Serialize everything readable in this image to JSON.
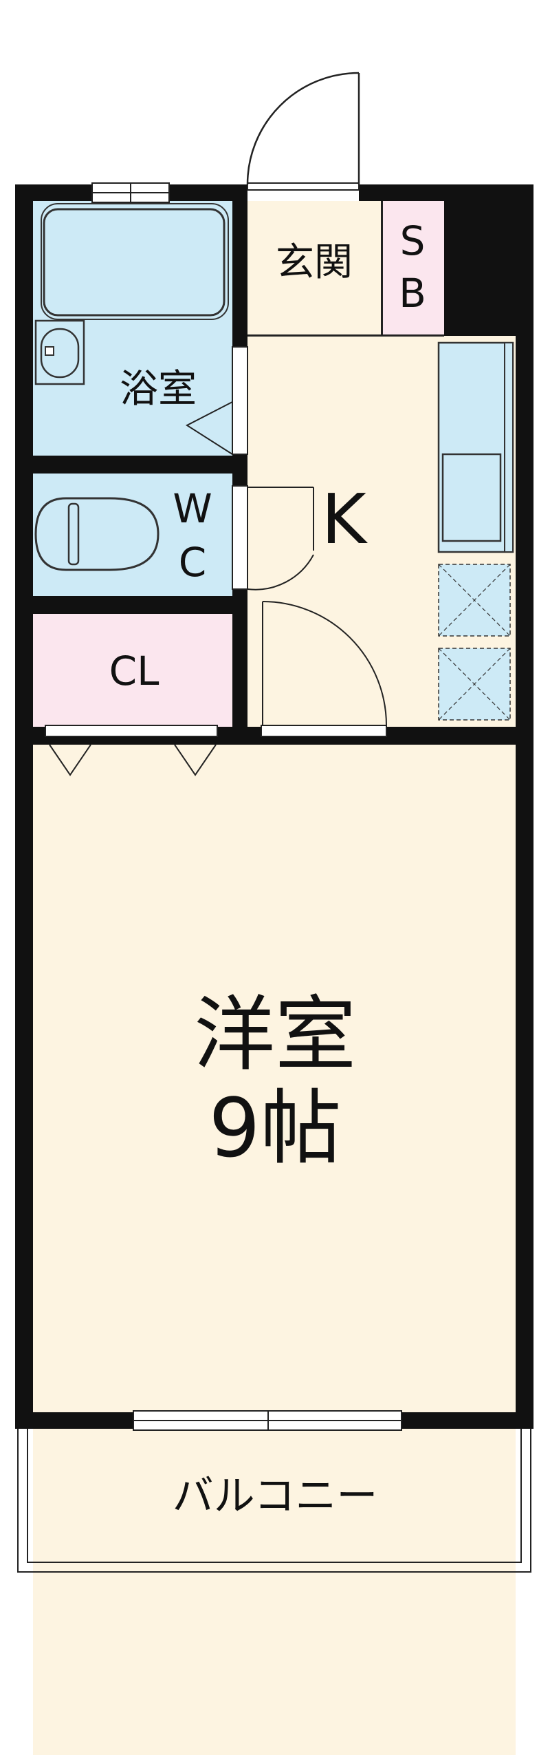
{
  "floorplan": {
    "rooms": {
      "genkan": "玄関",
      "sb_top": "S",
      "sb_bottom": "B",
      "bath": "浴室",
      "wc_top": "W",
      "wc_bottom": "C",
      "kitchen": "K",
      "closet": "CL",
      "western_room": "洋室",
      "western_room_size": "9帖",
      "balcony": "バルコニー"
    },
    "colors": {
      "wet_area": "#cdeaf6",
      "floor": "#fdf4e1",
      "storage": "#fbe6ee",
      "wall": "#111111"
    }
  }
}
